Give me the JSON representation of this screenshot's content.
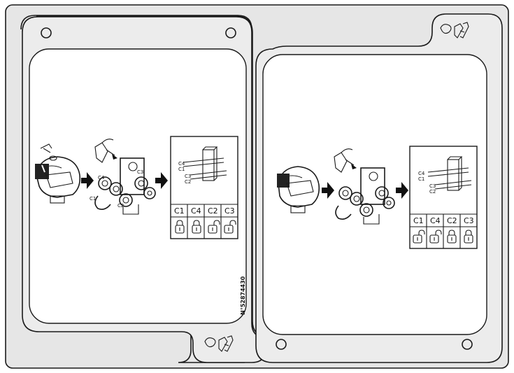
{
  "left_panel": {
    "table": {
      "headers": [
        "C1",
        "C4",
        "C2",
        "C3"
      ],
      "lock_states": [
        "locked",
        "locked",
        "unlocked",
        "unlocked"
      ]
    },
    "cross_labels": [
      "C4",
      "C1",
      "C3",
      "C2"
    ],
    "valve_labels": [
      "C4",
      "C1",
      "C3",
      "C2"
    ],
    "serial": "N°52874430"
  },
  "right_panel": {
    "table": {
      "headers": [
        "C1",
        "C4",
        "C2",
        "C3"
      ],
      "lock_states": [
        "unlocked",
        "unlocked",
        "locked",
        "locked"
      ]
    },
    "cross_labels": [
      "C4",
      "C1",
      "C3",
      "C2"
    ]
  },
  "colors": {
    "background": "#e6e6e6",
    "panel": "#ffffff",
    "line": "#1a1a1a"
  }
}
